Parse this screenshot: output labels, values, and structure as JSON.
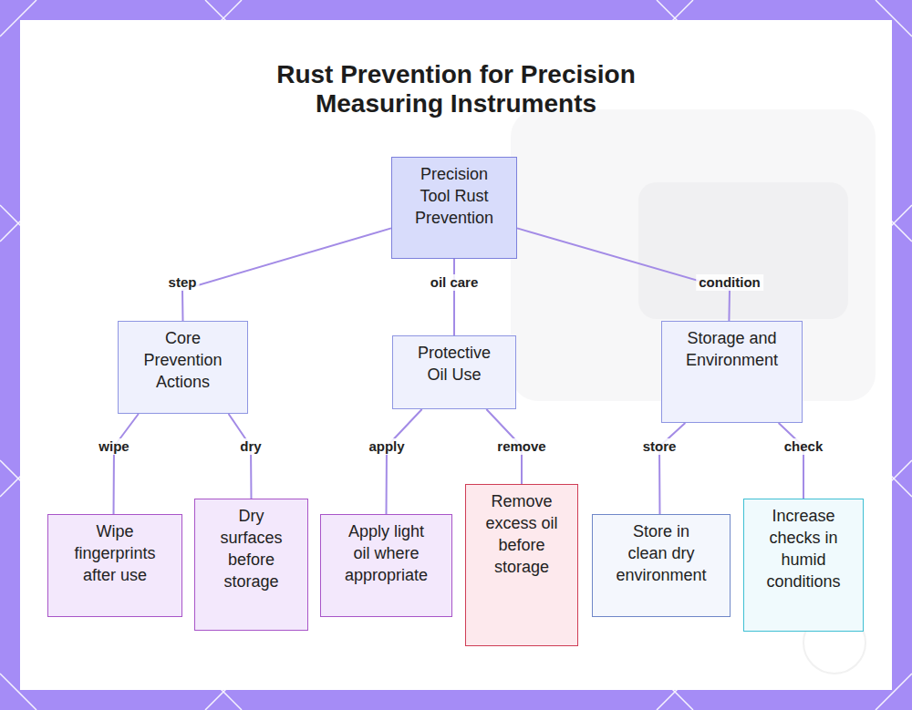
{
  "diagram": {
    "title": "Rust Prevention for Precision Measuring Instruments",
    "nodes": [
      {
        "text": [
          "Precision Tool Rust Prevention"
        ]
      },
      {
        "text": [
          "Core Prevention Actions"
        ]
      },
      {
        "text": [
          "Protective Oil Use"
        ]
      },
      {
        "text": [
          "Storage and Environment"
        ]
      },
      {
        "text": [
          "Wipe fingerprints after use"
        ]
      },
      {
        "text": [
          "Dry surfaces before storage"
        ]
      },
      {
        "text": [
          "Apply light oil where appropriate"
        ]
      },
      {
        "text": [
          "Remove excess oil before storage"
        ]
      },
      {
        "text": [
          "Store in clean dry environment"
        ]
      },
      {
        "text": [
          "Increase checks in humid conditions"
        ]
      }
    ],
    "edges": [
      {
        "from": 0,
        "to": 1,
        "label": "step",
        "arrow": "none"
      },
      {
        "from": 0,
        "to": 2,
        "label": "oil care",
        "arrow": "none"
      },
      {
        "from": 0,
        "to": 3,
        "label": "condition",
        "arrow": "none"
      },
      {
        "from": 1,
        "to": 4,
        "label": "wipe",
        "arrow": "none"
      },
      {
        "from": 1,
        "to": 5,
        "label": "dry",
        "arrow": "none"
      },
      {
        "from": 2,
        "to": 6,
        "label": "apply",
        "arrow": "none"
      },
      {
        "from": 2,
        "to": 7,
        "label": "remove",
        "arrow": "none"
      },
      {
        "from": 3,
        "to": 8,
        "label": "store",
        "arrow": "none"
      },
      {
        "from": 3,
        "to": 9,
        "label": "check",
        "arrow": "none"
      }
    ]
  }
}
